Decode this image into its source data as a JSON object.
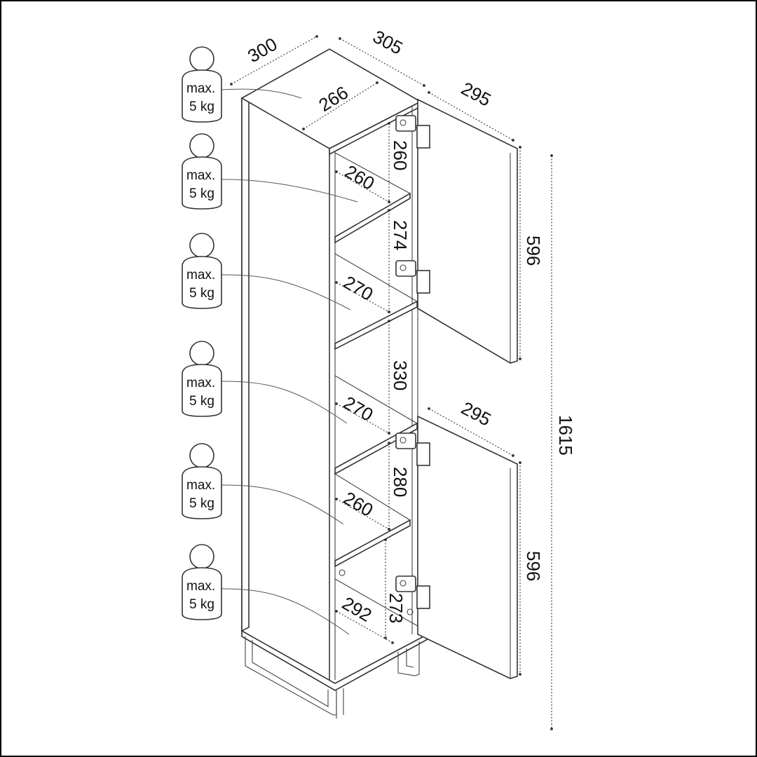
{
  "diagram": {
    "subject": "Tall bathroom cabinet with two doors, open shelves and metal frame legs",
    "units": "mm",
    "overall": {
      "width": "300",
      "depth": "305",
      "height": "1615",
      "inner_top_depth": "266"
    },
    "doors": [
      {
        "id": "upper",
        "width": "295",
        "height": "596"
      },
      {
        "id": "lower",
        "width": "295",
        "height": "596"
      }
    ],
    "compartments": [
      {
        "depth": "260",
        "height": "260"
      },
      {
        "depth": "270",
        "height": "274"
      },
      {
        "depth": "270",
        "height": "330"
      },
      {
        "depth": "260",
        "height": "280"
      },
      {
        "depth": "292",
        "height": "273"
      }
    ],
    "weight_labels": [
      {
        "line1": "max.",
        "line2": "5 kg"
      },
      {
        "line1": "max.",
        "line2": "5 kg"
      },
      {
        "line1": "max.",
        "line2": "5 kg"
      },
      {
        "line1": "max.",
        "line2": "5 kg"
      },
      {
        "line1": "max.",
        "line2": "5 kg"
      },
      {
        "line1": "max.",
        "line2": "5 kg"
      }
    ]
  }
}
